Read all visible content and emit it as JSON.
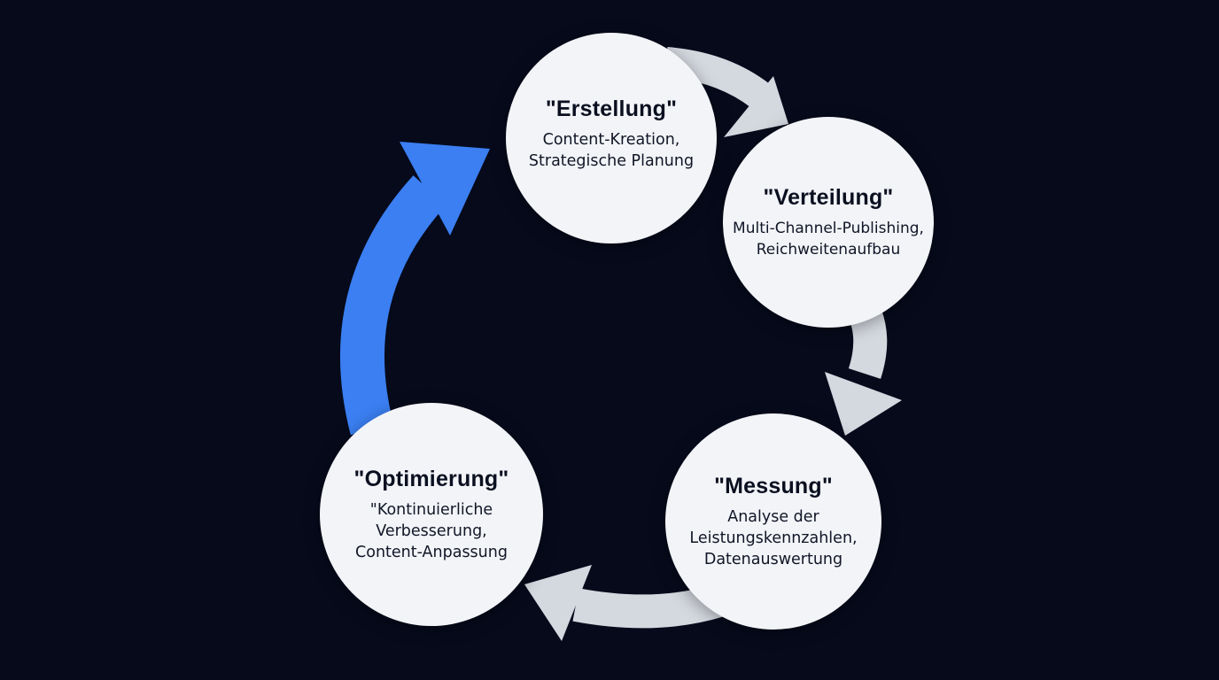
{
  "diagram": {
    "nodes": [
      {
        "id": "erstellung",
        "title": "\"Erstellung\"",
        "description": "Content-Kreation,\nStrategische Planung"
      },
      {
        "id": "verteilung",
        "title": "\"Verteilung\"",
        "description": "Multi-Channel-Publishing,\nReichweitenaufbau"
      },
      {
        "id": "messung",
        "title": "\"Messung\"",
        "description": "Analyse der\nLeistungskennzahlen,\nDatenauswertung"
      },
      {
        "id": "optimierung",
        "title": "\"Optimierung\"",
        "description": "\"Kontinuierliche\nVerbesserung,\nContent-Anpassung"
      }
    ],
    "colors": {
      "background": "#060a1b",
      "node_fill": "#f2f4f8",
      "arrow_gray": "#d4d8df",
      "arrow_accent": "#3b7ff2"
    }
  }
}
